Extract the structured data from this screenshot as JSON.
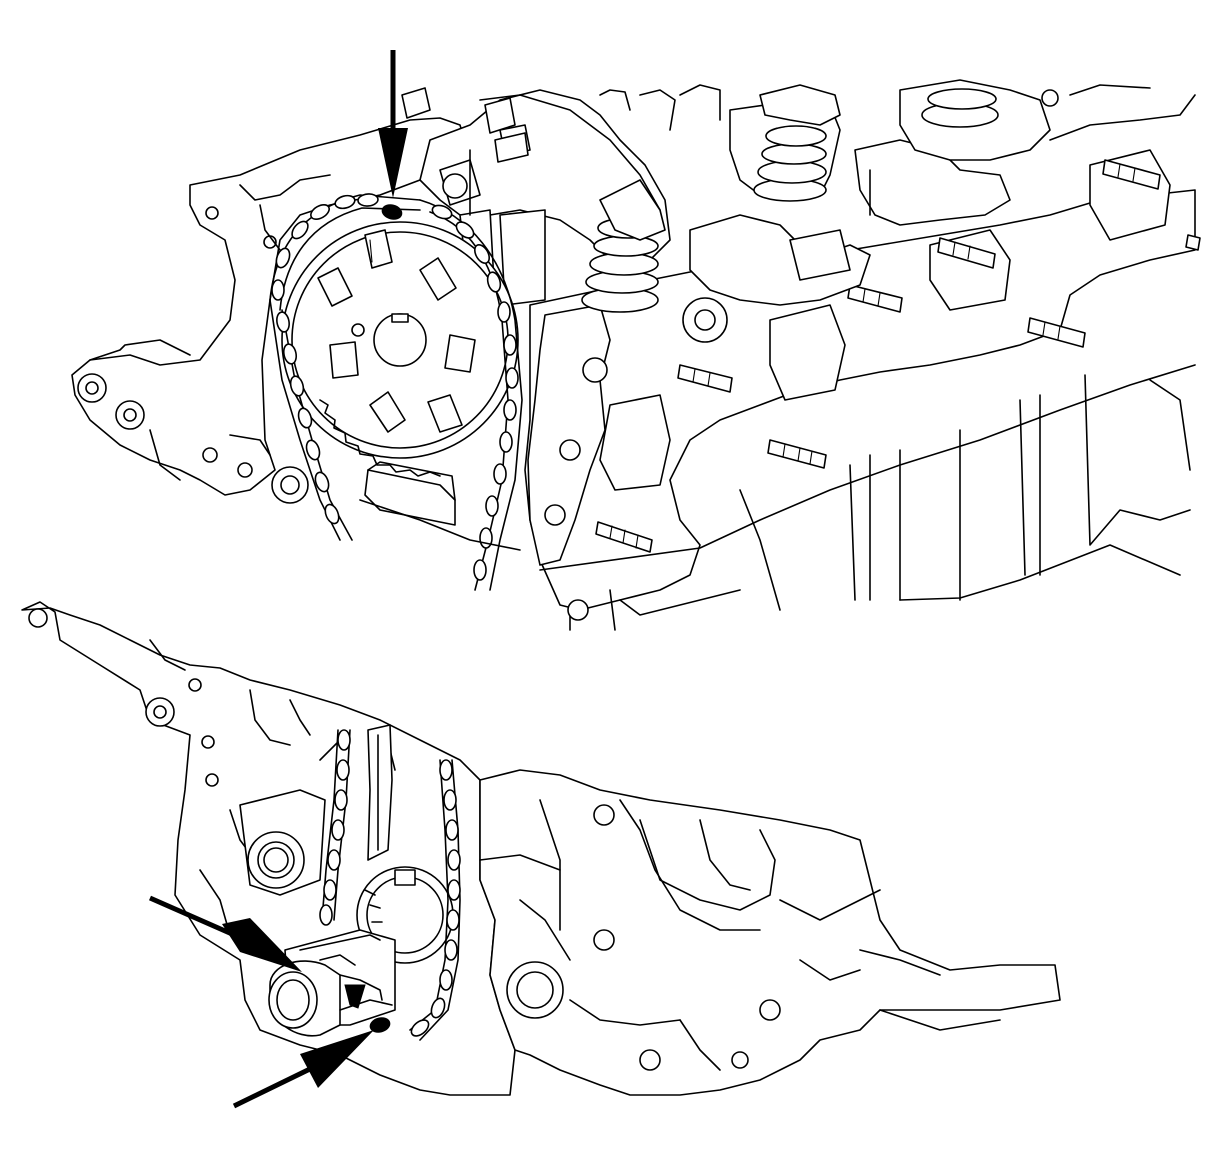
{
  "figure": {
    "background": "#ffffff",
    "line_color": "#000000",
    "views": [
      {
        "id": "upper-view",
        "parts": [
          "engine-block",
          "cylinder-head",
          "camshaft-sprocket",
          "timing-chain",
          "chain-guide",
          "valve-springs",
          "rocker-arms",
          "head-studs"
        ]
      },
      {
        "id": "lower-view",
        "parts": [
          "engine-block-lower",
          "crankshaft-sprocket",
          "timing-chain",
          "chain-tensioner"
        ]
      }
    ],
    "callout_arrows": [
      "upper-timing-mark-arrow",
      "lower-timing-mark-arrow-1",
      "lower-timing-mark-arrow-2"
    ]
  }
}
